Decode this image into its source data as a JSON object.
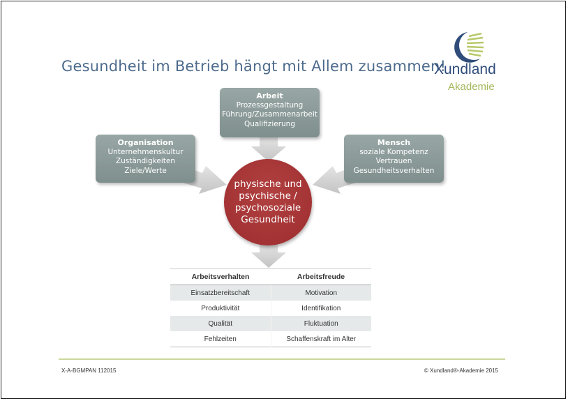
{
  "title": "Gesundheit im Betrieb hängt mit Allem zusammen!",
  "logo": {
    "name": "Xundland",
    "sub": "Akademie"
  },
  "boxes": {
    "arbeit": {
      "heading": "Arbeit",
      "lines": [
        "Prozessgestaltung",
        "Führung/Zusammenarbeit",
        "Qualifizierung"
      ]
    },
    "organisation": {
      "heading": "Organisation",
      "lines": [
        "Unternehmenskultur",
        "Zuständigkeiten",
        "Ziele/Werte"
      ]
    },
    "mensch": {
      "heading": "Mensch",
      "lines": [
        "soziale Kompetenz",
        "Vertrauen",
        "Gesundheitsverhalten"
      ]
    }
  },
  "center": {
    "lines": [
      "physische und",
      "psychische /",
      "psychosoziale",
      "Gesundheit"
    ]
  },
  "table": {
    "headers": [
      "Arbeitsverhalten",
      "Arbeitsfreude"
    ],
    "rows": [
      [
        "Einsatzbereitschaft",
        "Motivation"
      ],
      [
        "Produktivität",
        "Identifikation"
      ],
      [
        "Qualität",
        "Fluktuation"
      ],
      [
        "Fehlzeiten",
        "Schaffenskraft im Alter"
      ]
    ]
  },
  "footer": {
    "left": "X-A-BGMPAN 112015",
    "right": "© Xundland®-Akademie 2015"
  },
  "colors": {
    "title": "#4d6b8c",
    "circle": "#a33234",
    "box": "#8a9a98",
    "rule": "#c9d79a"
  }
}
